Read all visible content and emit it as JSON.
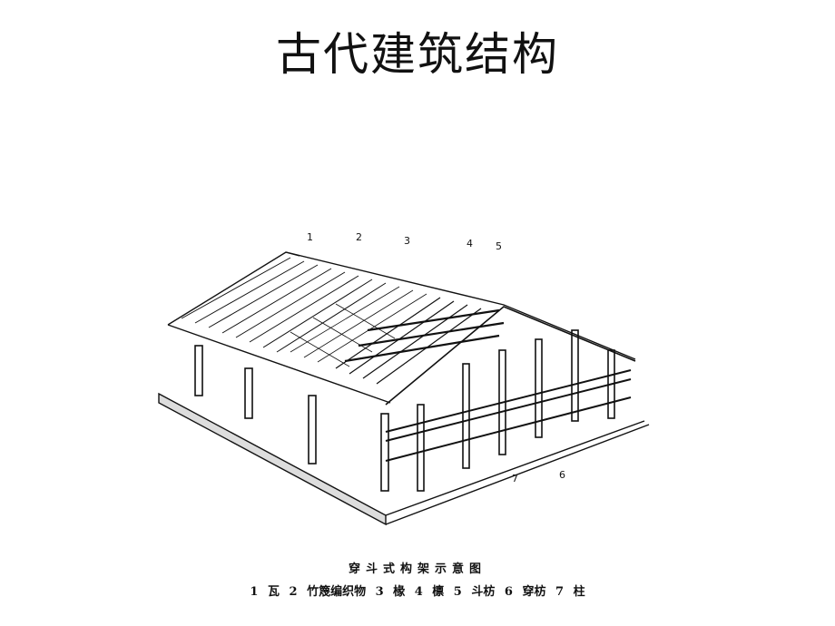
{
  "slide": {
    "title": "古代建筑结构"
  },
  "figure": {
    "callouts": [
      "1",
      "2",
      "3",
      "4",
      "5",
      "6",
      "7"
    ],
    "caption_title": "穿斗式构架示意图",
    "legend": "1 瓦  2 竹篾编织物  3 椽  4 檩  5 斗枋  6 穿枋  7 柱"
  },
  "colors": {
    "ink": "#111111",
    "background": "#ffffff"
  }
}
